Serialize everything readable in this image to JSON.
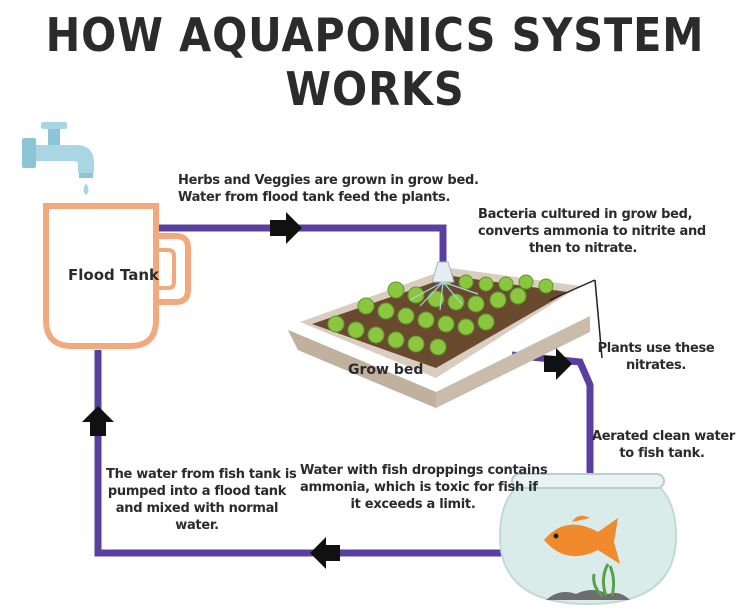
{
  "title": {
    "line1": "HOW AQUAPONICS SYSTEM",
    "line2": "WORKS"
  },
  "labels": {
    "flood_tank": "Flood Tank",
    "grow_bed": "Grow bed"
  },
  "notes": {
    "herbs": [
      "Herbs and Veggies are grown in grow bed.",
      "Water from flood tank feed the plants."
    ],
    "bacteria": [
      "Bacteria cultured in grow bed,",
      "converts ammonia to nitrite and",
      "then to nitrate."
    ],
    "plants": [
      "Plants use these",
      "nitrates."
    ],
    "aerated": [
      "Aerated clean water",
      "to fish tank."
    ],
    "droppings": [
      "Water with fish droppings contains",
      "ammonia, which is toxic for fish if",
      "it exceeds a limit."
    ],
    "pumped": [
      "The water from fish tank  is",
      "pumped into a flood tank",
      "and mixed with normal",
      "water."
    ]
  },
  "colors": {
    "pipe": "#5b3fa0",
    "tank": "#f2a97e",
    "faucet": "#a9d6e2",
    "arrow": "#111111",
    "soil": "#6a4a2e",
    "bed": "#d8cdbf",
    "plant": "#8cc63f",
    "fish": "#f08a2c",
    "bowl_water": "#d9ecea"
  },
  "icons": [
    "faucet-icon",
    "flood-tank-mug-icon",
    "grow-bed-icon",
    "sprinkler-icon",
    "fish-bowl-icon",
    "fish-icon",
    "arrow-right-icon",
    "arrow-up-icon",
    "arrow-left-icon"
  ]
}
